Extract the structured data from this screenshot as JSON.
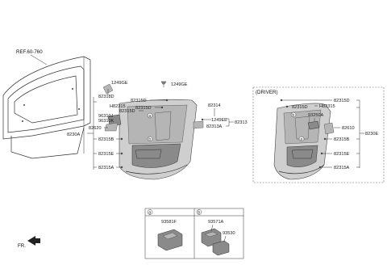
{
  "ref_label": "REF.60-760",
  "fr_label": "FR.",
  "driver_label": "(DRIVER)",
  "left_labels": {
    "p1249ge_a": "1249GE",
    "p1249ge_b": "1249GE",
    "p82318d": "82318D",
    "p82315d": "82315D",
    "h82315": "H82315",
    "p82315d_b": "82315D",
    "p82315d_c": "82315D",
    "p96310j": "96310J",
    "p96310k": "96310K",
    "p82620": "82620",
    "p8230a": "8230A",
    "p82315b": "82315B",
    "p82315e": "82315E",
    "p82315a": "82315A",
    "p82314": "82314",
    "p1249ee": "1249EE",
    "p82313a": "82313A",
    "p82313": "82313"
  },
  "right_labels": {
    "p82315d": "82315D",
    "p82315d_b": "82315D",
    "h82315": "H82315",
    "p93250a": "93250A",
    "p82610": "82610",
    "p8230e": "8230E",
    "p82315b": "82315B",
    "p82315e": "82315E",
    "p82315a": "82315A"
  },
  "legend": {
    "a_marker": "a",
    "b_marker": "b",
    "a_part": "93581F",
    "b_part1": "93571A",
    "b_part2": "93530"
  }
}
